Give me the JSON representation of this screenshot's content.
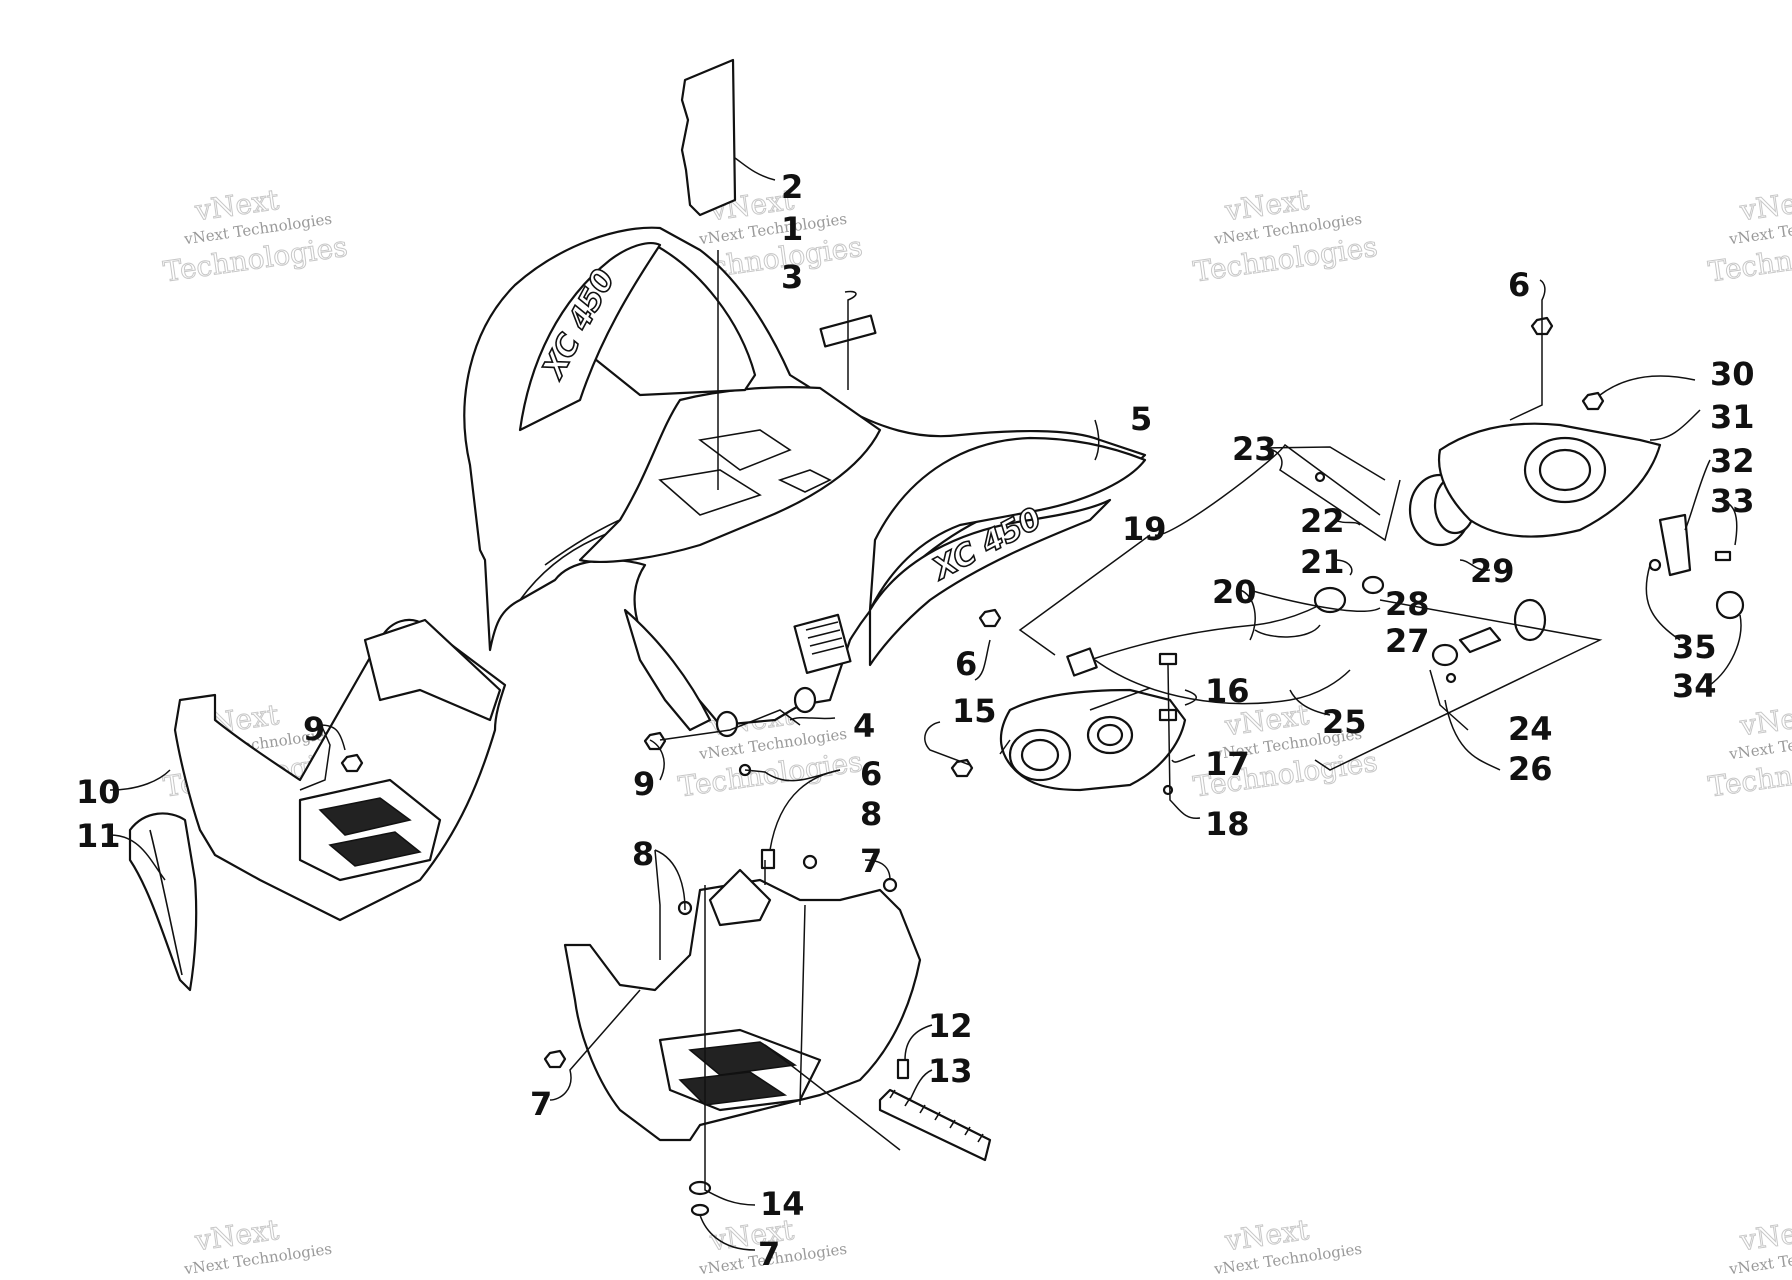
{
  "watermark": {
    "text": "vNext Technologies",
    "ghost": "Technologies",
    "ghost_top": "vNext"
  },
  "decal": {
    "text": "XC 450"
  },
  "callouts": [
    "1",
    "2",
    "3",
    "4",
    "5",
    "6",
    "7",
    "8",
    "9",
    "10",
    "11",
    "12",
    "13",
    "14",
    "15",
    "16",
    "17",
    "18",
    "19",
    "20",
    "21",
    "22",
    "23",
    "24",
    "25",
    "26",
    "27",
    "28",
    "29",
    "30",
    "31",
    "32",
    "33",
    "34",
    "35"
  ]
}
